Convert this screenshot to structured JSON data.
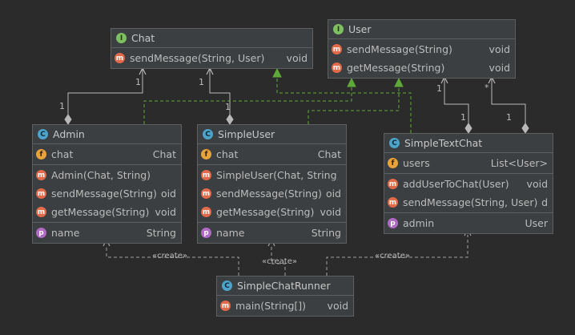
{
  "nodes": {
    "chat": {
      "name": "Chat",
      "kind": "interface",
      "sections": [
        [
          {
            "icon": "abstract-method-icon",
            "kind": "abstract",
            "name": "sendMessage(String, User)",
            "type": "void"
          }
        ]
      ]
    },
    "user": {
      "name": "User",
      "kind": "interface",
      "sections": [
        [
          {
            "icon": "abstract-method-icon",
            "kind": "abstract",
            "name": "sendMessage(String)",
            "type": "void"
          },
          {
            "icon": "abstract-method-icon",
            "kind": "abstract",
            "name": "getMessage(String)",
            "type": "void"
          }
        ]
      ]
    },
    "admin": {
      "name": "Admin",
      "kind": "class",
      "sections": [
        [
          {
            "icon": "field-icon",
            "kind": "field",
            "name": "chat",
            "type": "Chat"
          }
        ],
        [
          {
            "icon": "method-icon",
            "kind": "method",
            "name": "Admin(Chat, String)",
            "type": ""
          },
          {
            "icon": "method-icon",
            "kind": "method",
            "name": "sendMessage(String)",
            "type": "oid"
          },
          {
            "icon": "method-icon",
            "kind": "method",
            "name": "getMessage(String)",
            "type": "void"
          }
        ],
        [
          {
            "icon": "property-icon",
            "kind": "property",
            "name": "name",
            "type": "String"
          }
        ]
      ]
    },
    "simpleuser": {
      "name": "SimpleUser",
      "kind": "class",
      "sections": [
        [
          {
            "icon": "field-icon",
            "kind": "field",
            "name": "chat",
            "type": "Chat"
          }
        ],
        [
          {
            "icon": "method-icon",
            "kind": "method",
            "name": "SimpleUser(Chat, String)",
            "type": ""
          },
          {
            "icon": "method-icon",
            "kind": "method",
            "name": "sendMessage(String)",
            "type": "oid"
          },
          {
            "icon": "method-icon",
            "kind": "method",
            "name": "getMessage(String)",
            "type": "void"
          }
        ],
        [
          {
            "icon": "property-icon",
            "kind": "property",
            "name": "name",
            "type": "String"
          }
        ]
      ]
    },
    "simpletextchat": {
      "name": "SimpleTextChat",
      "kind": "class",
      "sections": [
        [
          {
            "icon": "field-icon",
            "kind": "field",
            "name": "users",
            "type": "List<User>"
          }
        ],
        [
          {
            "icon": "method-icon",
            "kind": "method",
            "name": "addUserToChat(User)",
            "type": "void"
          },
          {
            "icon": "method-icon",
            "kind": "method",
            "name": "sendMessage(String, User)",
            "type": "d"
          }
        ],
        [
          {
            "icon": "property-icon",
            "kind": "property",
            "name": "admin",
            "type": "User"
          }
        ]
      ]
    },
    "runner": {
      "name": "SimpleChatRunner",
      "kind": "class",
      "sections": [
        [
          {
            "icon": "static-method-icon",
            "kind": "method",
            "name": "main(String[])",
            "type": "void"
          }
        ]
      ]
    }
  },
  "icon_letters": {
    "interface": "I",
    "class": "C",
    "method": "m",
    "abstract": "m",
    "field": "f",
    "property": "p"
  },
  "labels": {
    "mult_one": "1",
    "mult_many": "*",
    "create": "«create»"
  },
  "colors": {
    "background": "#2b2b2b",
    "node_fill": "#3c3f41",
    "node_border": "#5e6060",
    "association": "#b8b8b8",
    "realization": "#5fa83a",
    "dependency": "#a0a0a0"
  }
}
